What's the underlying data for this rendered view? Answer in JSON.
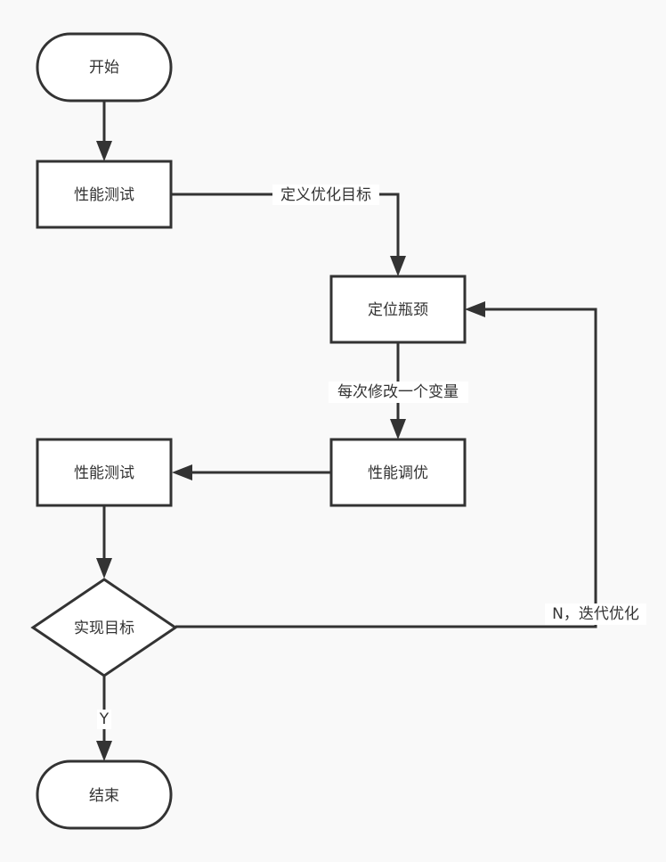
{
  "diagram": {
    "type": "flowchart",
    "colors": {
      "stroke": "#333333",
      "fill": "#ffffff",
      "background": "#f9f9f9",
      "text": "#333333"
    },
    "nodes": [
      {
        "id": "start",
        "shape": "terminator",
        "label": "开始"
      },
      {
        "id": "test1",
        "shape": "process",
        "label": "性能测试"
      },
      {
        "id": "locate",
        "shape": "process",
        "label": "定位瓶颈"
      },
      {
        "id": "tune",
        "shape": "process",
        "label": "性能调优"
      },
      {
        "id": "test2",
        "shape": "process",
        "label": "性能测试"
      },
      {
        "id": "goal",
        "shape": "decision",
        "label": "实现目标"
      },
      {
        "id": "end",
        "shape": "terminator",
        "label": "结束"
      }
    ],
    "edges": [
      {
        "from": "start",
        "to": "test1",
        "label": ""
      },
      {
        "from": "test1",
        "to": "locate",
        "label": "定义优化目标"
      },
      {
        "from": "locate",
        "to": "tune",
        "label": "每次修改一个变量"
      },
      {
        "from": "tune",
        "to": "test2",
        "label": ""
      },
      {
        "from": "test2",
        "to": "goal",
        "label": ""
      },
      {
        "from": "goal",
        "to": "end",
        "label": "Y"
      },
      {
        "from": "goal",
        "to": "locate",
        "label": "N，迭代优化"
      }
    ]
  }
}
